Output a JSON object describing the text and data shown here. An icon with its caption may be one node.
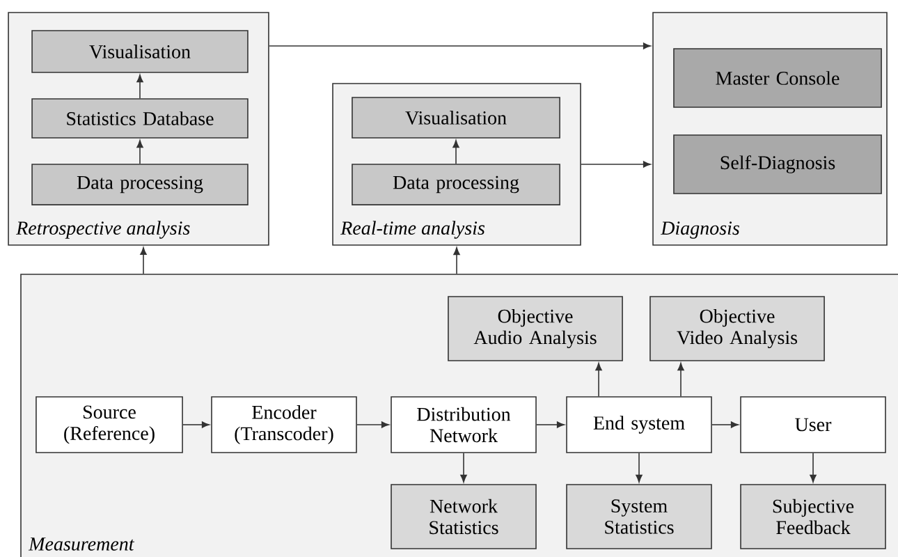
{
  "diagram": {
    "nodes": [
      {
        "text": [
          "Retrospective analysis"
        ]
      },
      {
        "text": [
          "Visualisation"
        ],
        "in": 0
      },
      {
        "text": [
          "Statistics Database"
        ],
        "in": 0
      },
      {
        "text": [
          "Data processing"
        ],
        "in": 0
      },
      {
        "text": [
          "Real-time analysis"
        ]
      },
      {
        "text": [
          "Visualisation"
        ],
        "in": 4
      },
      {
        "text": [
          "Data processing"
        ],
        "in": 4
      },
      {
        "text": [
          "Diagnosis"
        ]
      },
      {
        "text": [
          "Master Console"
        ],
        "in": 7
      },
      {
        "text": [
          "Self-Diagnosis"
        ],
        "in": 7
      },
      {
        "text": [
          "Measurement"
        ]
      },
      {
        "text": [
          "Objective Audio Analysis"
        ],
        "in": 10
      },
      {
        "text": [
          "Objective Video Analysis"
        ],
        "in": 10
      },
      {
        "text": [
          "Source (Reference)"
        ],
        "in": 10
      },
      {
        "text": [
          "Encoder (Transcoder)"
        ],
        "in": 10
      },
      {
        "text": [
          "Distribution Network"
        ],
        "in": 10
      },
      {
        "text": [
          "End system"
        ],
        "in": 10
      },
      {
        "text": [
          "User"
        ],
        "in": 10
      },
      {
        "text": [
          "Network Statistics"
        ],
        "in": 10
      },
      {
        "text": [
          "System Statistics"
        ],
        "in": 10
      },
      {
        "text": [
          "Subjective Feedback"
        ],
        "in": 10
      }
    ],
    "edges": [
      {
        "from": 3,
        "to": 2,
        "arrow": "to"
      },
      {
        "from": 2,
        "to": 1,
        "arrow": "to"
      },
      {
        "from": 6,
        "to": 5,
        "arrow": "to"
      },
      {
        "from": 0,
        "to": 7,
        "arrow": "to"
      },
      {
        "from": 4,
        "to": 7,
        "arrow": "to"
      },
      {
        "from": 10,
        "to": 0,
        "arrow": "to"
      },
      {
        "from": 10,
        "to": 4,
        "arrow": "to"
      },
      {
        "from": 16,
        "to": 11,
        "arrow": "to"
      },
      {
        "from": 16,
        "to": 12,
        "arrow": "to"
      },
      {
        "from": 13,
        "to": 14,
        "arrow": "to"
      },
      {
        "from": 14,
        "to": 15,
        "arrow": "to"
      },
      {
        "from": 15,
        "to": 16,
        "arrow": "to"
      },
      {
        "from": 16,
        "to": 17,
        "arrow": "to"
      },
      {
        "from": 15,
        "to": 18,
        "arrow": "to"
      },
      {
        "from": 16,
        "to": 19,
        "arrow": "to"
      },
      {
        "from": 17,
        "to": 20,
        "arrow": "to"
      }
    ]
  }
}
